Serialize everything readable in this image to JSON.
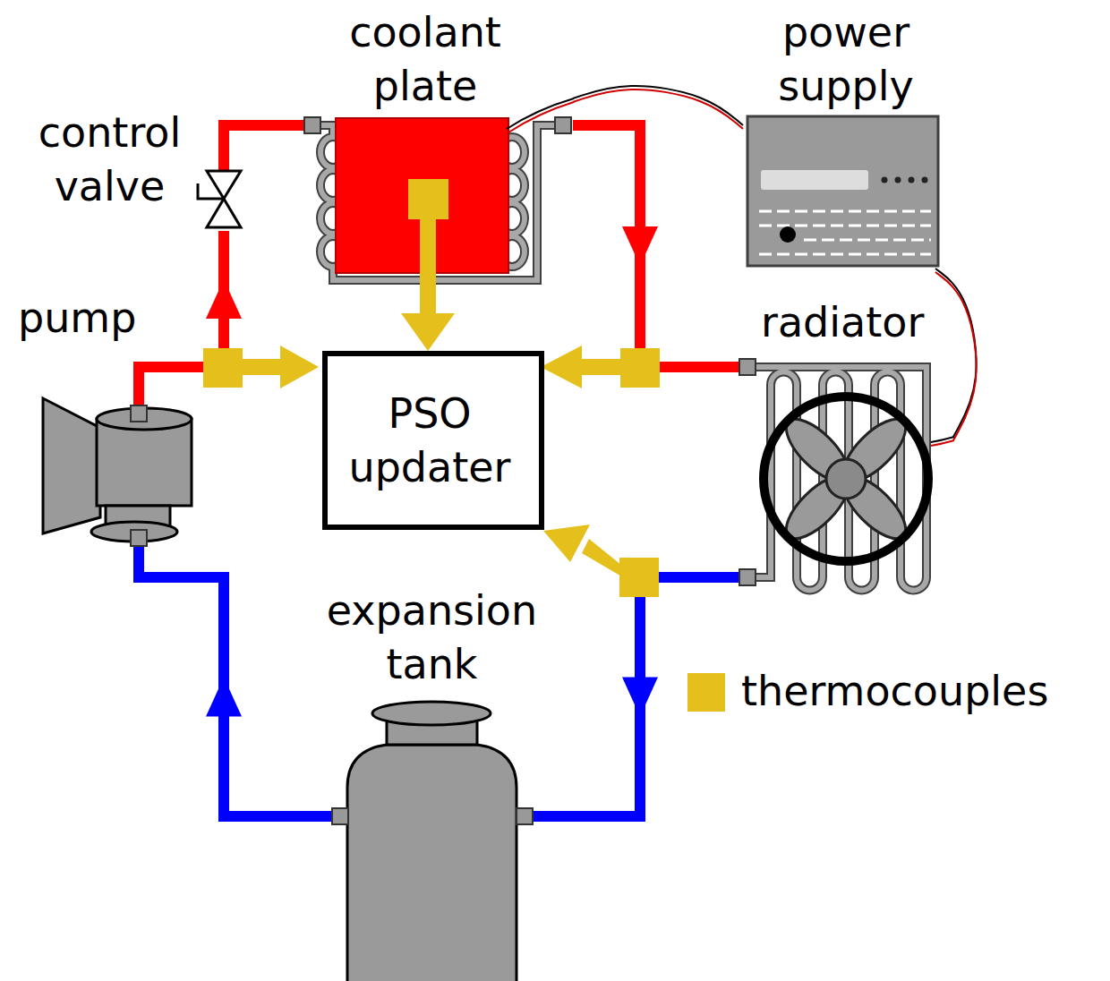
{
  "diagram": {
    "nodes": [
      {
        "text": [
          "coolant plate"
        ]
      },
      {
        "text": [
          "power supply"
        ]
      },
      {
        "text": [
          "control valve"
        ]
      },
      {
        "text": [
          "pump"
        ]
      },
      {
        "text": [
          "PSO updater"
        ]
      },
      {
        "text": [
          "radiator"
        ]
      },
      {
        "text": [
          "expansion tank"
        ]
      }
    ],
    "edges": [
      {
        "from": 3,
        "to": 2,
        "arrow": "to"
      },
      {
        "from": 2,
        "to": 0,
        "arrow": "none"
      },
      {
        "from": 0,
        "to": 5,
        "arrow": "to"
      },
      {
        "from": 5,
        "to": 6,
        "arrow": "to"
      },
      {
        "from": 6,
        "to": 3,
        "arrow": "to"
      },
      {
        "from": 0,
        "to": 1,
        "arrow": "none"
      },
      {
        "from": 1,
        "to": 5,
        "arrow": "none"
      },
      {
        "from": 0,
        "to": 4,
        "arrow": "to"
      }
    ],
    "legend": [
      {
        "text": "thermocouples",
        "color": "#e5c01c"
      }
    ]
  }
}
